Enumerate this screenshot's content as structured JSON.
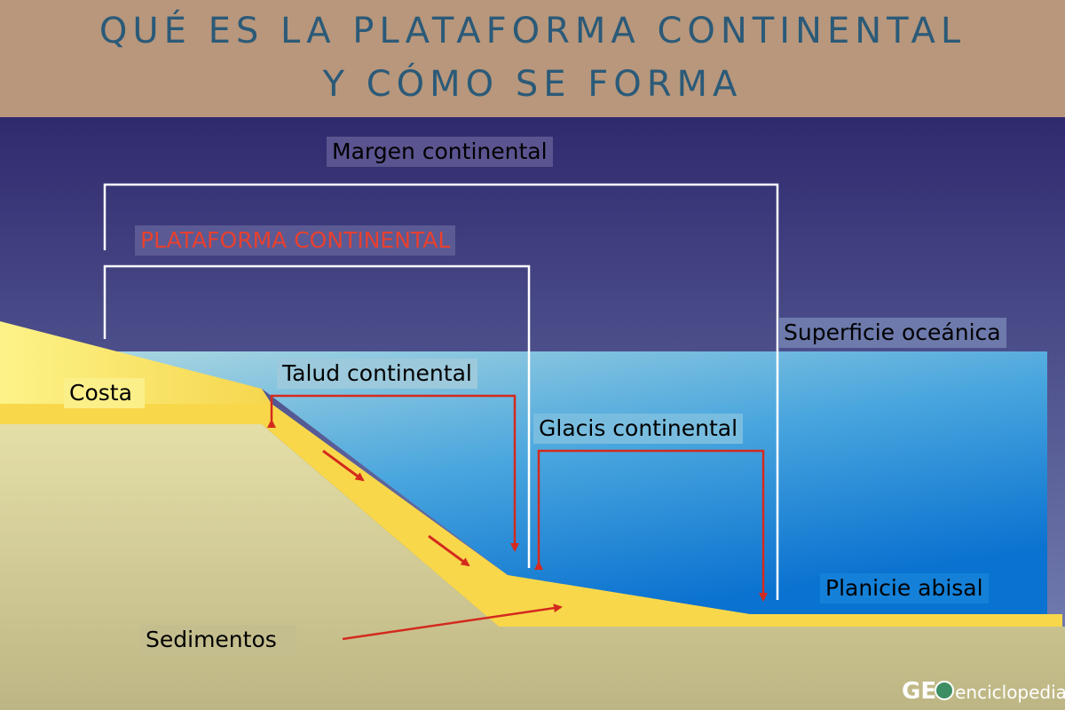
{
  "title": {
    "line1": "QUÉ ES LA PLATAFORMA CONTINENTAL",
    "line2": "Y CÓMO SE FORMA"
  },
  "labels": {
    "margen": "Margen continental",
    "plataforma": "PLATAFORMA CONTINENTAL",
    "superficie": "Superficie oceánica",
    "talud": "Talud continental",
    "glacis": "Glacis continental",
    "costa": "Costa",
    "planicie": "Planicie abisal",
    "sedimentos": "Sedimentos"
  },
  "logo": {
    "bold": "GE",
    "rest": "enciclopedia"
  },
  "colors": {
    "header_bg": "#b8977c",
    "title_text": "#2b5a78",
    "sky_top": "#2f2a6e",
    "sky_bottom": "#7a87b8",
    "water_top": "#a9d6e0",
    "water_bottom": "#0a72d0",
    "sediment": "#f8d84a",
    "land": "#c8c290",
    "arrows": "#d42a1e",
    "brackets": "#ffffff",
    "plataforma_label": "#e8402f"
  },
  "icons": [
    "arrow-icon",
    "globe-icon"
  ]
}
